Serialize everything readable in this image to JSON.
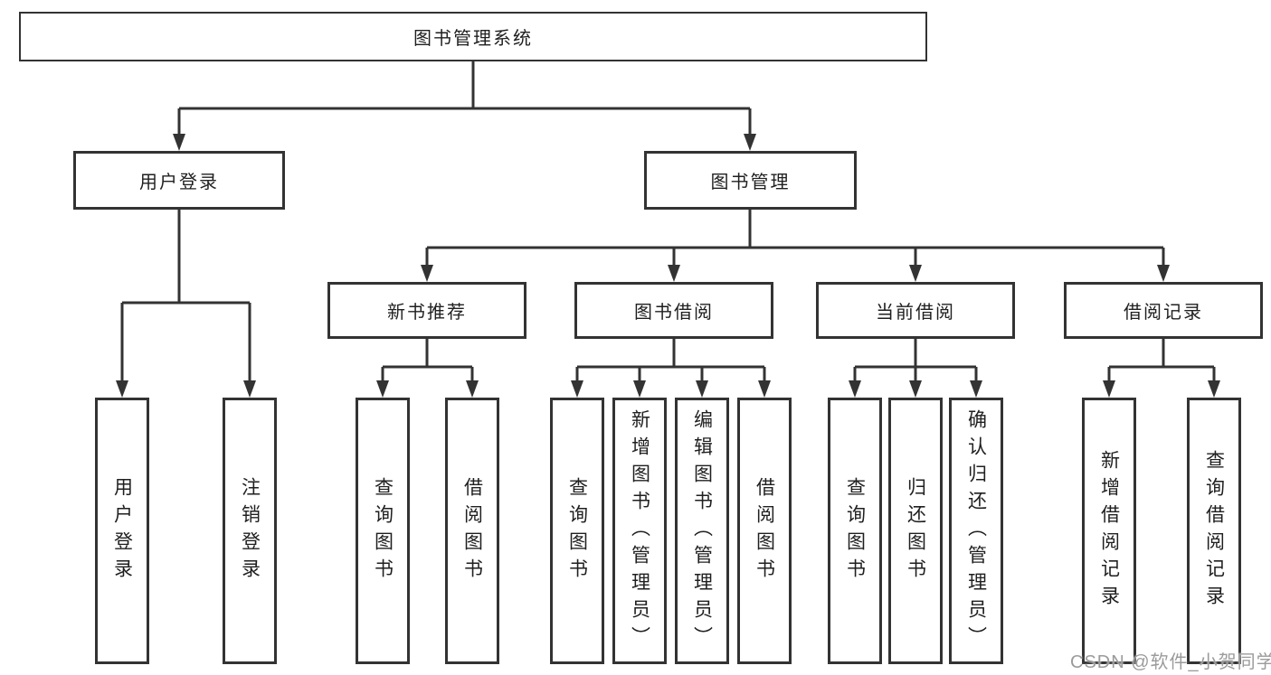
{
  "diagram": {
    "colors": {
      "line": "#333333",
      "box_border": "#333333",
      "text": "#1f1f1f",
      "background": "#ffffff"
    },
    "tree": {
      "label": "图书管理系统",
      "children": [
        {
          "label": "用户登录",
          "children": [
            {
              "label": "用户登录"
            },
            {
              "label": "注销登录"
            }
          ]
        },
        {
          "label": "图书管理",
          "children": [
            {
              "label": "新书推荐",
              "children": [
                {
                  "label": "查询图书"
                },
                {
                  "label": "借阅图书"
                }
              ]
            },
            {
              "label": "图书借阅",
              "children": [
                {
                  "label": "查询图书"
                },
                {
                  "label": "新增图书（管理员）"
                },
                {
                  "label": "编辑图书（管理员）"
                },
                {
                  "label": "借阅图书"
                }
              ]
            },
            {
              "label": "当前借阅",
              "children": [
                {
                  "label": "查询图书"
                },
                {
                  "label": "归还图书"
                },
                {
                  "label": "确认归还（管理员）"
                }
              ]
            },
            {
              "label": "借阅记录",
              "children": [
                {
                  "label": "新增借阅记录"
                },
                {
                  "label": "查询借阅记录"
                }
              ]
            }
          ]
        }
      ]
    }
  },
  "watermark": {
    "text": "CSDN @软件_小贺同学",
    "color": "#9b9b9b"
  }
}
